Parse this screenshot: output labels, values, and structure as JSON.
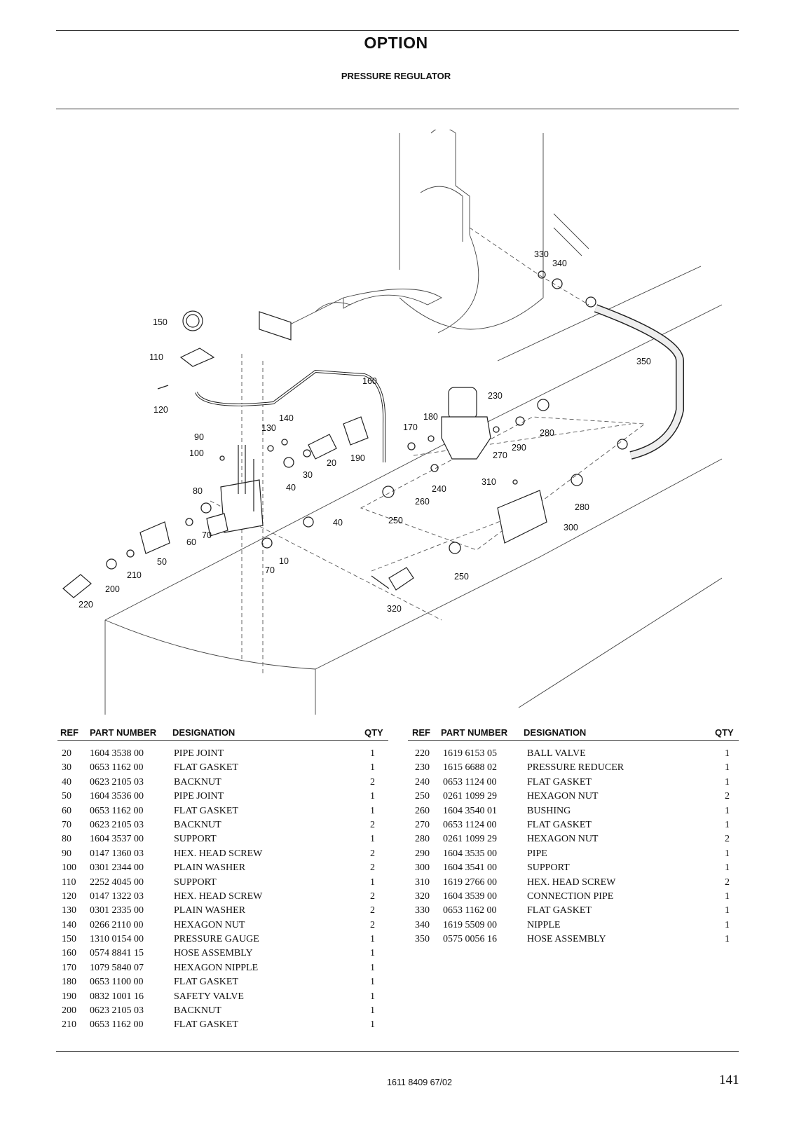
{
  "header": {
    "title": "OPTION",
    "subtitle": "PRESSURE REGULATOR"
  },
  "diagram": {
    "callouts": [
      "150",
      "110",
      "120",
      "160",
      "140",
      "130",
      "90",
      "100",
      "80",
      "40",
      "30",
      "20",
      "190",
      "170",
      "180",
      "230",
      "270",
      "290",
      "280",
      "330",
      "340",
      "350",
      "310",
      "260",
      "240",
      "250",
      "300",
      "70",
      "60",
      "50",
      "210",
      "200",
      "220",
      "10",
      "320"
    ]
  },
  "parts_table": {
    "headers": {
      "ref": "REF",
      "part_number": "PART NUMBER",
      "designation": "DESIGNATION",
      "qty": "QTY"
    },
    "left": [
      {
        "ref": "20",
        "part_number": "1604 3538 00",
        "designation": "PIPE JOINT",
        "qty": "1"
      },
      {
        "ref": "30",
        "part_number": "0653 1162 00",
        "designation": "FLAT GASKET",
        "qty": "1"
      },
      {
        "ref": "40",
        "part_number": "0623 2105 03",
        "designation": "BACKNUT",
        "qty": "2"
      },
      {
        "ref": "50",
        "part_number": "1604 3536 00",
        "designation": "PIPE JOINT",
        "qty": "1"
      },
      {
        "ref": "60",
        "part_number": "0653 1162 00",
        "designation": "FLAT GASKET",
        "qty": "1"
      },
      {
        "ref": "70",
        "part_number": "0623 2105 03",
        "designation": "BACKNUT",
        "qty": "2"
      },
      {
        "ref": "80",
        "part_number": "1604 3537 00",
        "designation": "SUPPORT",
        "qty": "1"
      },
      {
        "ref": "90",
        "part_number": "0147 1360 03",
        "designation": "HEX. HEAD SCREW",
        "qty": "2"
      },
      {
        "ref": "100",
        "part_number": "0301 2344 00",
        "designation": "PLAIN WASHER",
        "qty": "2"
      },
      {
        "ref": "110",
        "part_number": "2252 4045 00",
        "designation": "SUPPORT",
        "qty": "1"
      },
      {
        "ref": "120",
        "part_number": "0147 1322 03",
        "designation": "HEX. HEAD SCREW",
        "qty": "2"
      },
      {
        "ref": "130",
        "part_number": "0301 2335 00",
        "designation": "PLAIN WASHER",
        "qty": "2"
      },
      {
        "ref": "140",
        "part_number": "0266 2110 00",
        "designation": "HEXAGON NUT",
        "qty": "2"
      },
      {
        "ref": "150",
        "part_number": "1310 0154 00",
        "designation": "PRESSURE GAUGE",
        "qty": "1"
      },
      {
        "ref": "160",
        "part_number": "0574 8841 15",
        "designation": "HOSE ASSEMBLY",
        "qty": "1"
      },
      {
        "ref": "170",
        "part_number": "1079 5840 07",
        "designation": "HEXAGON NIPPLE",
        "qty": "1"
      },
      {
        "ref": "180",
        "part_number": "0653 1100 00",
        "designation": "FLAT GASKET",
        "qty": "1"
      },
      {
        "ref": "190",
        "part_number": "0832 1001 16",
        "designation": "SAFETY VALVE",
        "qty": "1"
      },
      {
        "ref": "200",
        "part_number": "0623 2105 03",
        "designation": "BACKNUT",
        "qty": "1"
      },
      {
        "ref": "210",
        "part_number": "0653 1162 00",
        "designation": "FLAT GASKET",
        "qty": "1"
      }
    ],
    "right": [
      {
        "ref": "220",
        "part_number": "1619 6153 05",
        "designation": "BALL VALVE",
        "qty": "1"
      },
      {
        "ref": "230",
        "part_number": "1615 6688 02",
        "designation": "PRESSURE REDUCER",
        "qty": "1"
      },
      {
        "ref": "240",
        "part_number": "0653 1124 00",
        "designation": "FLAT GASKET",
        "qty": "1"
      },
      {
        "ref": "250",
        "part_number": "0261 1099 29",
        "designation": "HEXAGON NUT",
        "qty": "2"
      },
      {
        "ref": "260",
        "part_number": "1604 3540 01",
        "designation": "BUSHING",
        "qty": "1"
      },
      {
        "ref": "270",
        "part_number": "0653 1124 00",
        "designation": "FLAT GASKET",
        "qty": "1"
      },
      {
        "ref": "280",
        "part_number": "0261 1099 29",
        "designation": "HEXAGON NUT",
        "qty": "2"
      },
      {
        "ref": "290",
        "part_number": "1604 3535 00",
        "designation": "PIPE",
        "qty": "1"
      },
      {
        "ref": "300",
        "part_number": "1604 3541 00",
        "designation": "SUPPORT",
        "qty": "1"
      },
      {
        "ref": "310",
        "part_number": "1619 2766 00",
        "designation": "HEX. HEAD SCREW",
        "qty": "2"
      },
      {
        "ref": "320",
        "part_number": "1604 3539 00",
        "designation": "CONNECTION PIPE",
        "qty": "1"
      },
      {
        "ref": "330",
        "part_number": "0653 1162 00",
        "designation": "FLAT GASKET",
        "qty": "1"
      },
      {
        "ref": "340",
        "part_number": "1619 5509 00",
        "designation": "NIPPLE",
        "qty": "1"
      },
      {
        "ref": "350",
        "part_number": "0575 0056 16",
        "designation": "HOSE ASSEMBLY",
        "qty": "1"
      }
    ]
  },
  "footer": {
    "doc_number": "1611 8409 67/02",
    "page_number": "141"
  }
}
